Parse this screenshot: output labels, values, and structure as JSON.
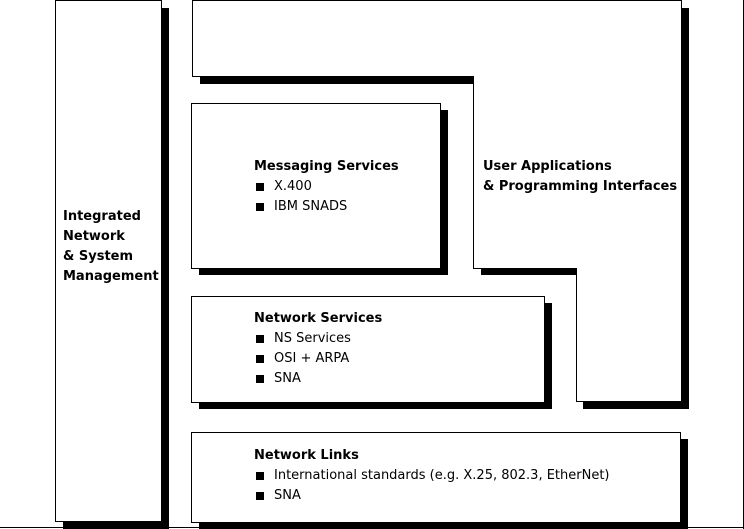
{
  "diagram": {
    "integrated_management": {
      "lines": [
        "Integrated",
        "Network",
        "& System",
        "Management"
      ]
    },
    "user_applications": {
      "lines": [
        "User Applications",
        "& Programming Interfaces"
      ]
    },
    "messaging_services": {
      "title": "Messaging Services",
      "items": [
        "X.400",
        "IBM SNADS"
      ]
    },
    "network_services": {
      "title": "Network Services",
      "items": [
        "NS Services",
        "OSI + ARPA",
        "SNA"
      ]
    },
    "network_links": {
      "title": "Network Links",
      "items": [
        "International standards (e.g. X.25, 802.3, EtherNet)",
        "SNA"
      ]
    },
    "colors": {
      "stroke": "#000000",
      "shadow": "#000000",
      "fill": "#ffffff"
    }
  }
}
